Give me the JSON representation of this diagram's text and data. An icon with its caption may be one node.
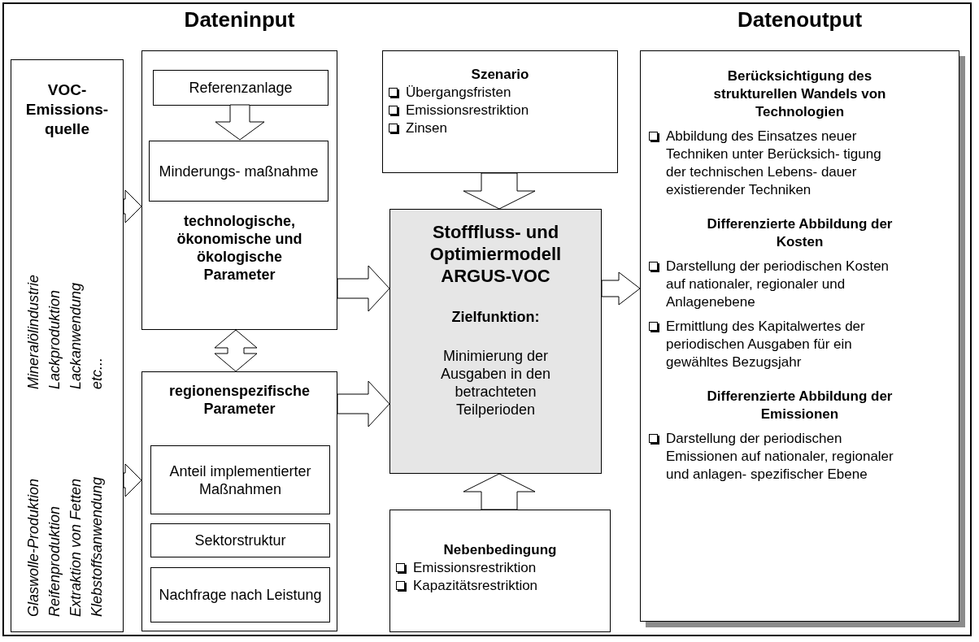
{
  "diagram": {
    "nodes": [
      {
        "text": [
          "VOC- Emissions- quelle",
          "Mineralölindustrie",
          "Lackproduktion",
          "Lackanwendung",
          "etc...",
          "Glaswolle-Produktion",
          "Reifenproduktion",
          "Extraktion von Fetten",
          "Klebstoffsanwendung"
        ]
      },
      {
        "text": [
          "technologische, ökonomische und ökologische Parameter"
        ]
      },
      {
        "text": [
          "Referenzanlage"
        ],
        "in": 1
      },
      {
        "text": [
          "Minderungs- maßnahme"
        ],
        "in": 1
      },
      {
        "text": [
          "regionenspezifische Parameter"
        ]
      },
      {
        "text": [
          "Anteil implementierter Maßnahmen"
        ],
        "in": 4
      },
      {
        "text": [
          "Sektorstruktur"
        ],
        "in": 4
      },
      {
        "text": [
          "Nachfrage nach Leistung"
        ],
        "in": 4
      },
      {
        "text": [
          "Szenario",
          "Übergangsfristen",
          "Emissionsrestriktion",
          "Zinsen"
        ]
      },
      {
        "text": [
          "Stofffluss- und Optimiermodell ARGUS-VOC",
          "Zielfunktion:",
          "Minimierung der Ausgaben in den betrachteten Teilperioden"
        ]
      },
      {
        "text": [
          "Nebenbedingung",
          "Emissionsrestriktion",
          "Kapazitätsrestriktion"
        ]
      },
      {
        "text": [
          "Berücksichtigung des strukturellen Wandels von Technologien",
          "Abbildung des Einsatzes neuer Techniken unter Berücksich- tigung der technischen Lebens- dauer existierender Techniken",
          "Differenzierte Abbildung der Kosten",
          "Darstellung der periodischen Kosten auf nationaler, regionaler und Anlagenebene",
          "Ermittlung des Kapitalwertes der periodischen Ausgaben für ein gewähltes Bezugsjahr",
          "Differenzierte Abbildung der Emissionen",
          "Darstellung der periodischen Emissionen auf nationaler, regionaler und anlagen- spezifischer Ebene"
        ]
      }
    ],
    "edges": [
      {
        "from": 0,
        "to": 1,
        "arrow": "to"
      },
      {
        "from": 0,
        "to": 4,
        "arrow": "to"
      },
      {
        "from": 2,
        "to": 3,
        "arrow": "to"
      },
      {
        "from": 1,
        "to": 4,
        "arrow": "both"
      },
      {
        "from": 1,
        "to": 9,
        "arrow": "to"
      },
      {
        "from": 4,
        "to": 9,
        "arrow": "to"
      },
      {
        "from": 8,
        "to": 9,
        "arrow": "to"
      },
      {
        "from": 10,
        "to": 9,
        "arrow": "to"
      },
      {
        "from": 9,
        "to": 11,
        "arrow": "to"
      }
    ],
    "labels": [
      "Dateninput",
      "Datenoutput"
    ]
  }
}
